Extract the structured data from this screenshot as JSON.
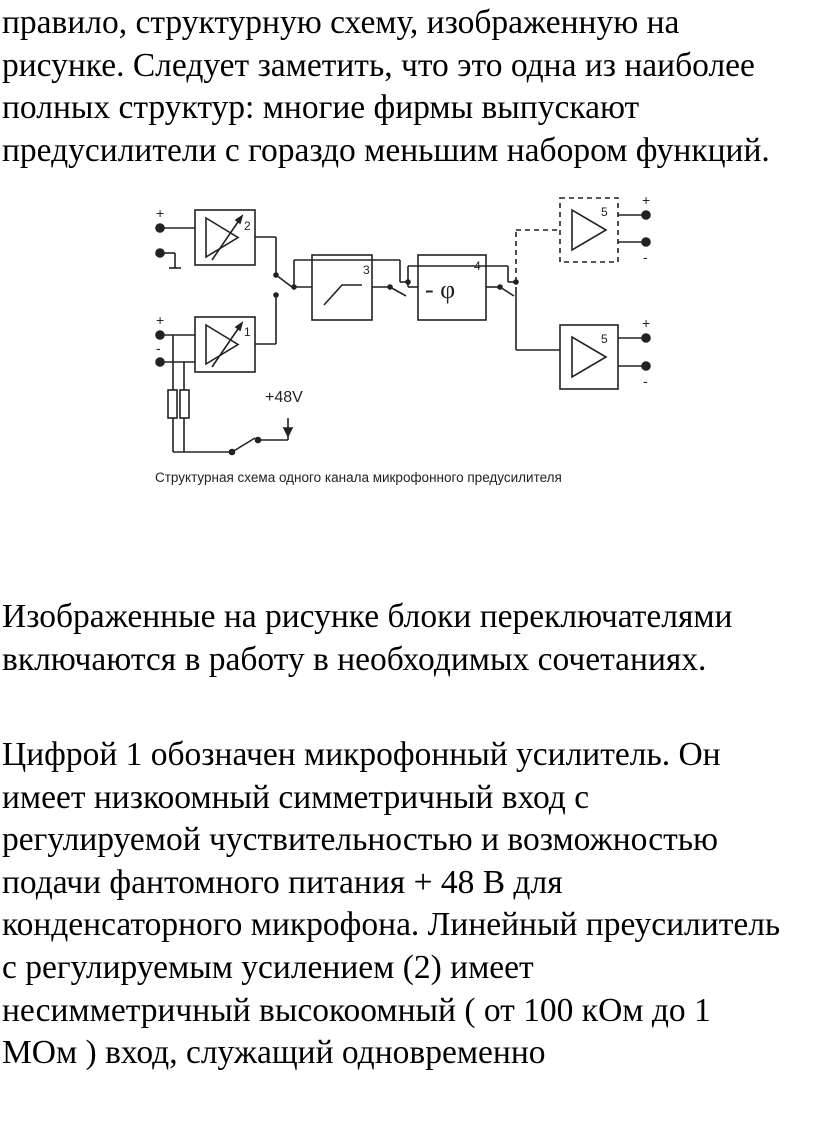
{
  "paragraph_1": {
    "lines": [
      "правило, структурную схему, изображенную на",
      "рисунке. Следует заметить, что это одна из наиболее",
      "полных структур: многие фирмы выпускают",
      "предусилители с гораздо меньшим набором функций."
    ]
  },
  "figure": {
    "caption": "Структурная схема одного канала микрофонного предусилителя",
    "voltage_label": "+48V",
    "phase_label": "- φ",
    "block_numbers": [
      "1",
      "2",
      "3",
      "4",
      "5",
      "5"
    ],
    "plus_sign": "+",
    "minus_sign": "-"
  },
  "paragraph_2": {
    "lines": [
      "Изображенные на рисунке блоки переключателями",
      "включаются в работу в необходимых сочетаниях."
    ]
  },
  "paragraph_3": {
    "lines": [
      "Цифрой 1 обозначен микрофонный усилитель. Он",
      "имеет низкоомный симметричный вход с",
      "регулируемой чуствительностью и возможностью",
      "подачи фантомного питания + 48 В для",
      "конденсаторного микрофона. Линейный преусилитель",
      "с регулируемым усилением (2) имеет",
      "несимметричный высокоомный ( от 100 кОм до 1",
      "МОм ) вход, служащий одновременно"
    ]
  }
}
